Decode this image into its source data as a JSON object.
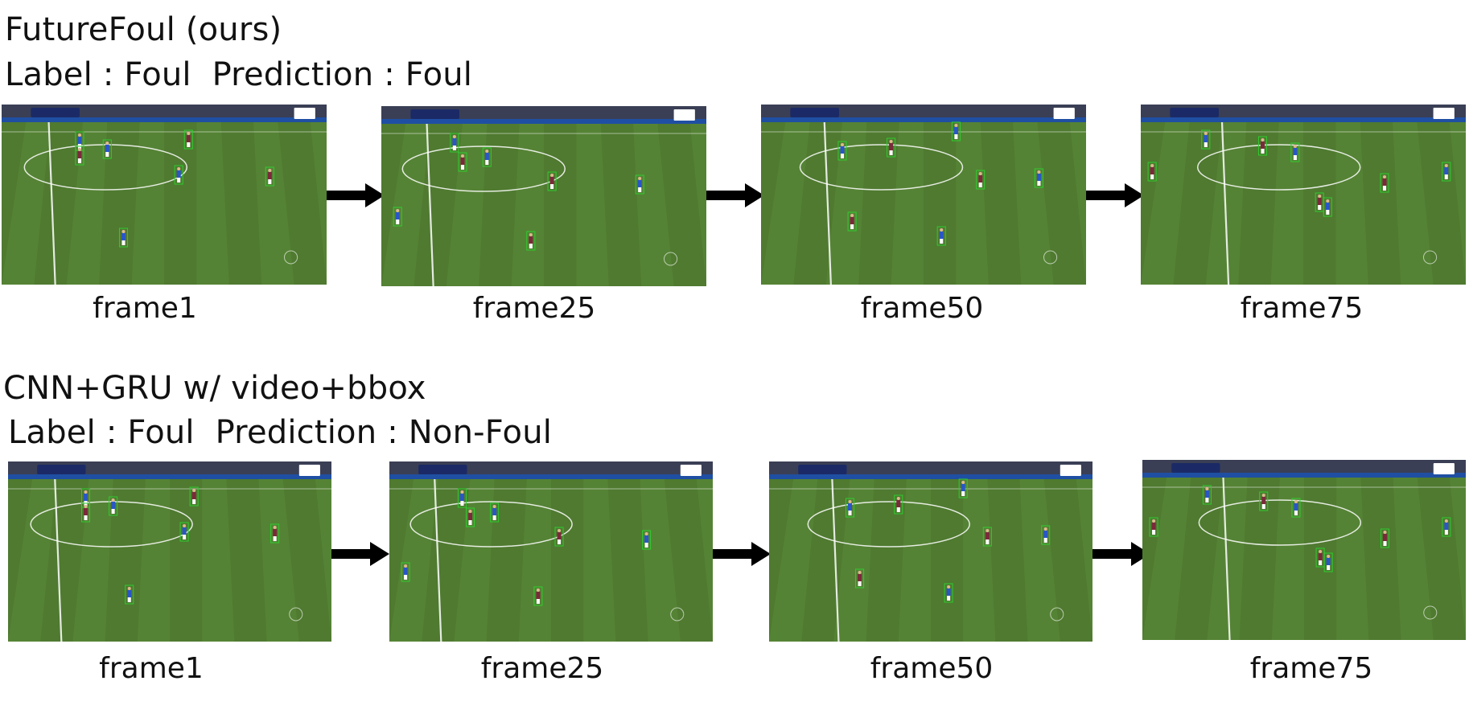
{
  "rows": [
    {
      "method": "FutureFoul (ours)",
      "result": "Label : Foul  Prediction : Foul",
      "frames": [
        "frame1",
        "frame25",
        "frame50",
        "frame75"
      ],
      "bbox_color": "#2ecc2e"
    },
    {
      "method": "CNN+GRU w/ video+bbox",
      "result": "Label : Foul  Prediction : Non-Foul",
      "frames": [
        "frame1",
        "frame25",
        "frame50",
        "frame75"
      ],
      "bbox_color": "#2ecc2e"
    }
  ],
  "colors": {
    "pitch": "#4f7a30",
    "pitch_stripe": "#5a8838",
    "stands": "#3a3f55",
    "ad_board": "#1f4fa3",
    "arrow": "#000000"
  }
}
